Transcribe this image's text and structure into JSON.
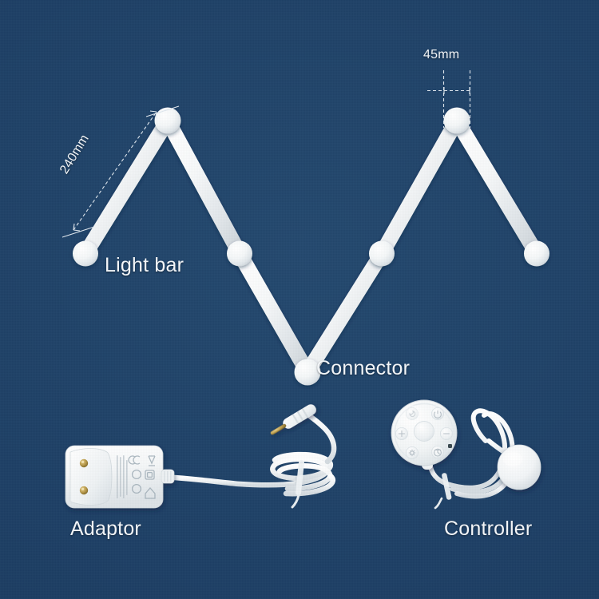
{
  "scene": {
    "background_color": "#1e4066",
    "product_color": "#f4f6f7"
  },
  "labels": {
    "light_bar": "Light bar",
    "connector": "Connector",
    "adaptor": "Adaptor",
    "controller": "Controller"
  },
  "dimensions": {
    "bar_length": "240mm",
    "connector_diameter": "45mm"
  },
  "icons": {
    "light_bar_segment": "light-bar-segment",
    "ball_connector": "ball-connector",
    "power_adaptor": "power-adaptor-brick",
    "dc_jack": "dc-barrel-jack",
    "remote_puck": "remote-control-puck",
    "receiver_disc": "ir-receiver-disc"
  },
  "controller_buttons": {
    "center": "center-button",
    "plus": "+",
    "minus": "-",
    "power": "power",
    "mode": "mode",
    "timer": "timer",
    "brightness": "brightness"
  }
}
